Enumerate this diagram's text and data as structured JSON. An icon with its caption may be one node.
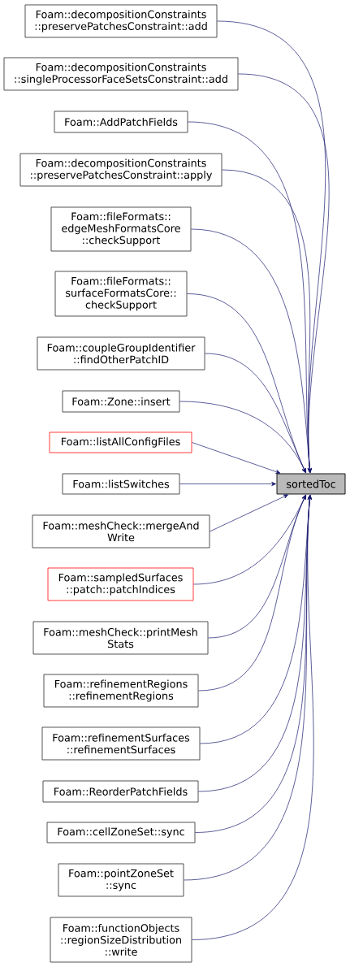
{
  "diagram": {
    "nodes": [
      {
        "text": [
          "sortedToc"
        ]
      },
      {
        "text": [
          "Foam::decompositionConstraints ::preservePatchesConstraint::add"
        ]
      },
      {
        "text": [
          "Foam::decompositionConstraints ::singleProcessorFaceSetsConstraint::add"
        ]
      },
      {
        "text": [
          "Foam::AddPatchFields"
        ]
      },
      {
        "text": [
          "Foam::decompositionConstraints ::preservePatchesConstraint::apply"
        ]
      },
      {
        "text": [
          "Foam::fileFormats:: edgeMeshFormatsCore ::checkSupport"
        ]
      },
      {
        "text": [
          "Foam::fileFormats:: surfaceFormatsCore:: checkSupport"
        ]
      },
      {
        "text": [
          "Foam::coupleGroupIdentifier ::findOtherPatchID"
        ]
      },
      {
        "text": [
          "Foam::Zone::insert"
        ]
      },
      {
        "text": [
          "Foam::listAllConfigFiles"
        ]
      },
      {
        "text": [
          "Foam::listSwitches"
        ]
      },
      {
        "text": [
          "Foam::meshCheck::mergeAnd Write"
        ]
      },
      {
        "text": [
          "Foam::sampledSurfaces ::patch::patchIndices"
        ]
      },
      {
        "text": [
          "Foam::meshCheck::printMesh Stats"
        ]
      },
      {
        "text": [
          "Foam::refinementRegions ::refinementRegions"
        ]
      },
      {
        "text": [
          "Foam::refinementSurfaces ::refinementSurfaces"
        ]
      },
      {
        "text": [
          "Foam::ReorderPatchFields"
        ]
      },
      {
        "text": [
          "Foam::cellZoneSet::sync"
        ]
      },
      {
        "text": [
          "Foam::pointZoneSet ::sync"
        ]
      },
      {
        "text": [
          "Foam::functionObjects ::regionSizeDistribution ::write"
        ]
      }
    ],
    "edges": [
      {
        "from": 1,
        "to": 0,
        "arrow": "to"
      },
      {
        "from": 2,
        "to": 0,
        "arrow": "to"
      },
      {
        "from": 3,
        "to": 0,
        "arrow": "to"
      },
      {
        "from": 4,
        "to": 0,
        "arrow": "to"
      },
      {
        "from": 5,
        "to": 0,
        "arrow": "to"
      },
      {
        "from": 6,
        "to": 0,
        "arrow": "to"
      },
      {
        "from": 7,
        "to": 0,
        "arrow": "to"
      },
      {
        "from": 8,
        "to": 0,
        "arrow": "to"
      },
      {
        "from": 9,
        "to": 0,
        "arrow": "to"
      },
      {
        "from": 10,
        "to": 0,
        "arrow": "to"
      },
      {
        "from": 11,
        "to": 0,
        "arrow": "to"
      },
      {
        "from": 12,
        "to": 0,
        "arrow": "to"
      },
      {
        "from": 13,
        "to": 0,
        "arrow": "to"
      },
      {
        "from": 14,
        "to": 0,
        "arrow": "to"
      },
      {
        "from": 15,
        "to": 0,
        "arrow": "to"
      },
      {
        "from": 16,
        "to": 0,
        "arrow": "to"
      },
      {
        "from": 17,
        "to": 0,
        "arrow": "to"
      },
      {
        "from": 18,
        "to": 0,
        "arrow": "to"
      },
      {
        "from": 19,
        "to": 0,
        "arrow": "to"
      }
    ]
  }
}
